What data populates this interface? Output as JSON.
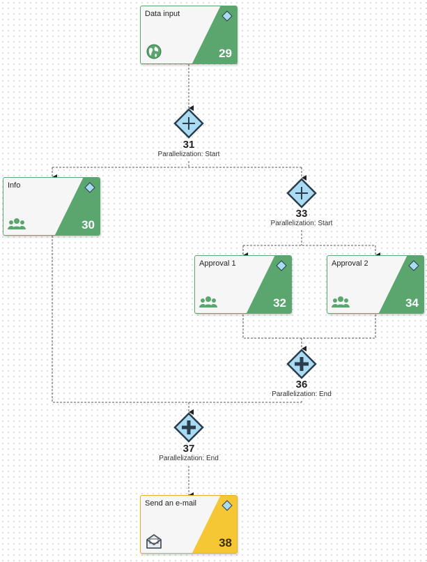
{
  "colors": {
    "task_green": "#5aa66e",
    "task_yellow": "#f6c735",
    "gateway_fill": "#a9dcf2",
    "gateway_border": "#2b3d4c",
    "connector": "#555555"
  },
  "tasks": [
    {
      "id": "task-29",
      "title": "Data input",
      "number": "29",
      "icon": "globe-icon",
      "color": "green"
    },
    {
      "id": "task-30",
      "title": "Info",
      "number": "30",
      "icon": "group-icon",
      "color": "green"
    },
    {
      "id": "task-32",
      "title": "Approval 1",
      "number": "32",
      "icon": "group-icon",
      "color": "green"
    },
    {
      "id": "task-34",
      "title": "Approval 2",
      "number": "34",
      "icon": "group-icon",
      "color": "green"
    },
    {
      "id": "task-38",
      "title": "Send an e-mail",
      "number": "38",
      "icon": "mail-icon",
      "color": "yellow"
    }
  ],
  "gateways": [
    {
      "id": "gw-31",
      "number": "31",
      "label": "Parallelization: Start",
      "type": "start"
    },
    {
      "id": "gw-33",
      "number": "33",
      "label": "Parallelization: Start",
      "type": "start"
    },
    {
      "id": "gw-36",
      "number": "36",
      "label": "Parallelization: End",
      "type": "end"
    },
    {
      "id": "gw-37",
      "number": "37",
      "label": "Parallelization: End",
      "type": "end"
    }
  ]
}
